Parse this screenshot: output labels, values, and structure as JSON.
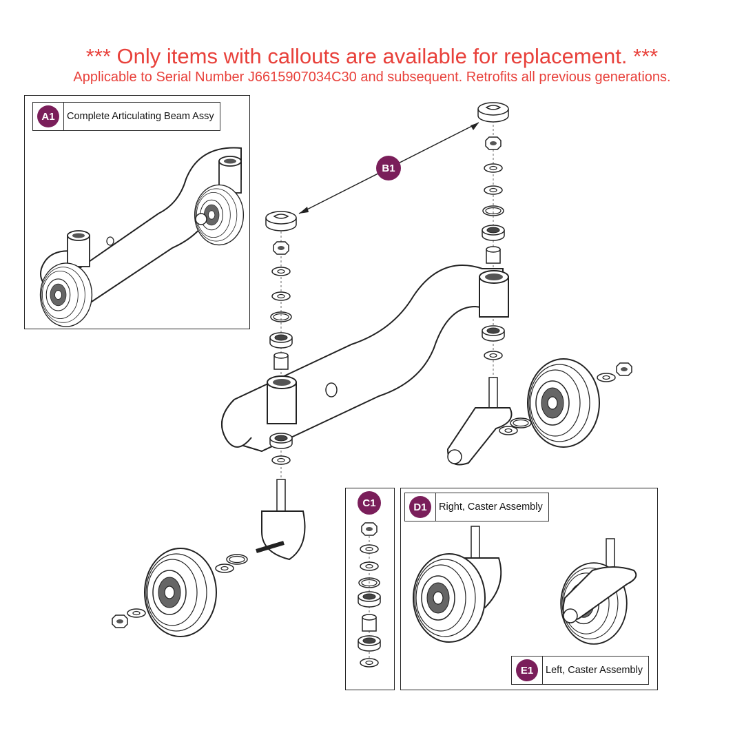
{
  "header": {
    "notice": "*** Only items with callouts are available for replacement. ***",
    "applicability": "Applicable to Serial Number J6615907034C30 and subsequent. Retrofits all previous generations."
  },
  "callouts": {
    "a1": {
      "badge": "A1",
      "label": "Complete Articulating Beam Assy"
    },
    "b1": {
      "badge": "B1"
    },
    "c1": {
      "badge": "C1"
    },
    "d1": {
      "badge": "D1",
      "label": "Right, Caster Assembly"
    },
    "e1": {
      "badge": "E1",
      "label": "Left, Caster Assembly"
    }
  },
  "colors": {
    "title": "#e8413b",
    "badge": "#7a1e5a",
    "line": "#222222"
  }
}
